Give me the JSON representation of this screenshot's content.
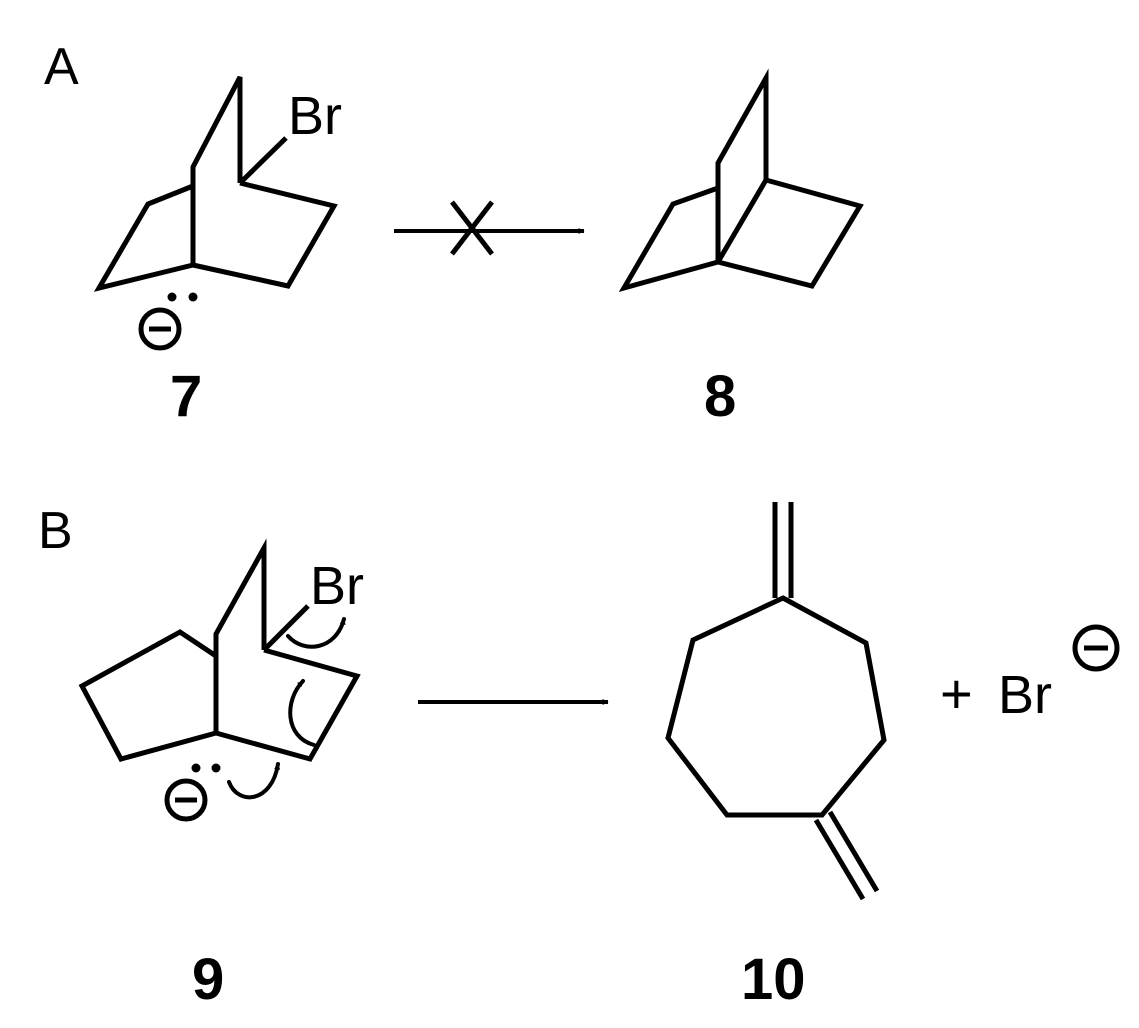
{
  "panels": {
    "a": "A",
    "b": "B"
  },
  "atoms": {
    "br_7": "Br",
    "br_9": "Br",
    "br_ion": "Br"
  },
  "compounds": {
    "c7": "7",
    "c8": "8",
    "c9": "9",
    "c10": "10"
  },
  "plus_sign": "+",
  "reactions": [
    {
      "panel": "A",
      "reactant": "7",
      "product": "8",
      "blocked": true
    },
    {
      "panel": "B",
      "reactant": "9",
      "product": "10",
      "blocked": false
    }
  ]
}
